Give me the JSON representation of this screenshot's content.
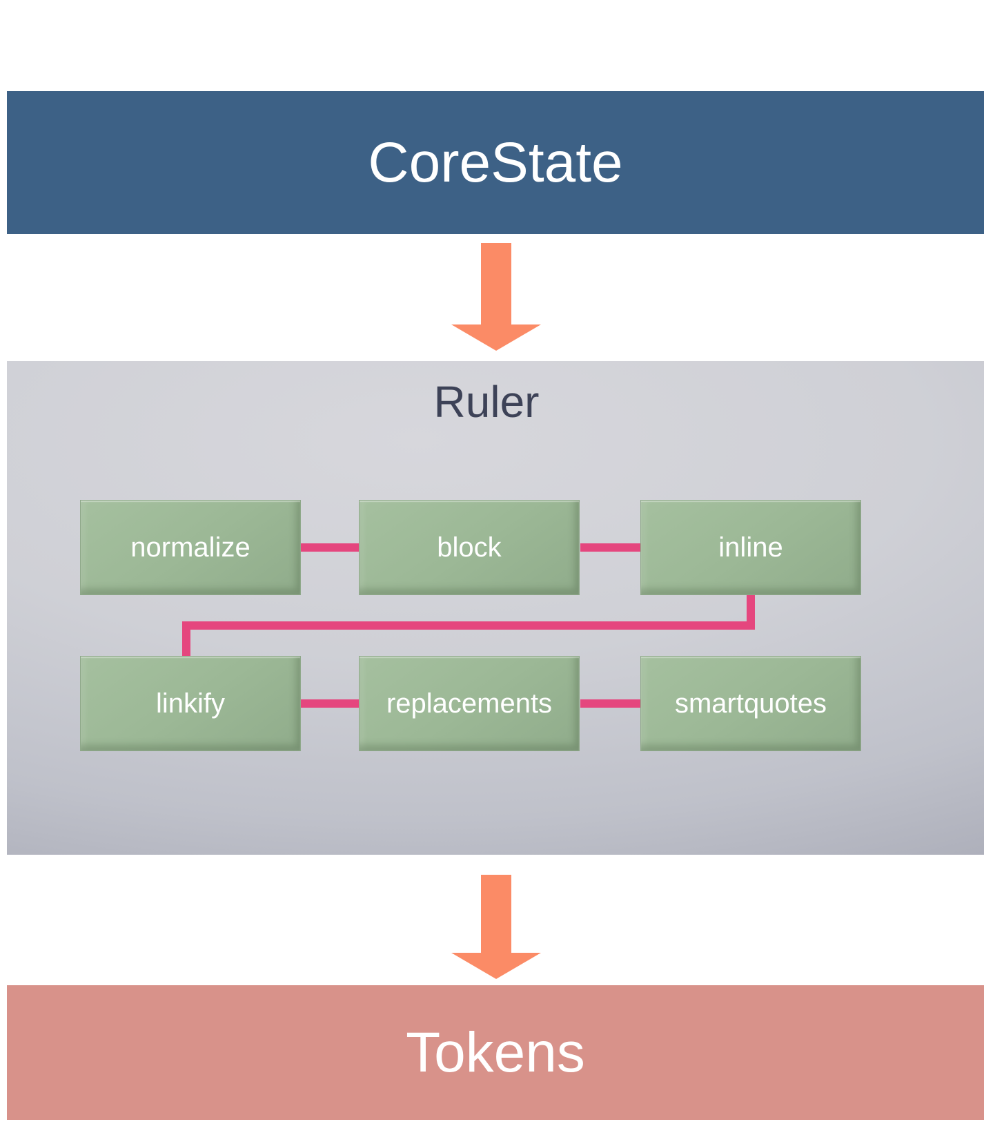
{
  "colors": {
    "top_bar_bg": "#3d6186",
    "tokens_bar_bg": "#d8928a",
    "bar_text": "#ffffff",
    "ruler_bg_light": "#d7d7dc",
    "ruler_bg_dark": "#a7a9b5",
    "ruler_text": "#3d4257",
    "node_bg": "#9cb896",
    "node_text": "#ffffff",
    "connector": "#e5467e",
    "arrow": "#fb8b66"
  },
  "top_bar": {
    "label": "CoreState"
  },
  "ruler": {
    "label": "Ruler",
    "row1": [
      "normalize",
      "block",
      "inline"
    ],
    "row2": [
      "linkify",
      "replacements",
      "smartquotes"
    ]
  },
  "bottom_bar": {
    "label": "Tokens"
  },
  "connections": [
    {
      "from": "CoreState",
      "to": "Ruler",
      "type": "arrow"
    },
    {
      "from": "normalize",
      "to": "block",
      "type": "line"
    },
    {
      "from": "block",
      "to": "inline",
      "type": "line"
    },
    {
      "from": "inline",
      "to": "linkify",
      "type": "elbow-line"
    },
    {
      "from": "linkify",
      "to": "replacements",
      "type": "line"
    },
    {
      "from": "replacements",
      "to": "smartquotes",
      "type": "line"
    },
    {
      "from": "Ruler",
      "to": "Tokens",
      "type": "arrow"
    }
  ]
}
